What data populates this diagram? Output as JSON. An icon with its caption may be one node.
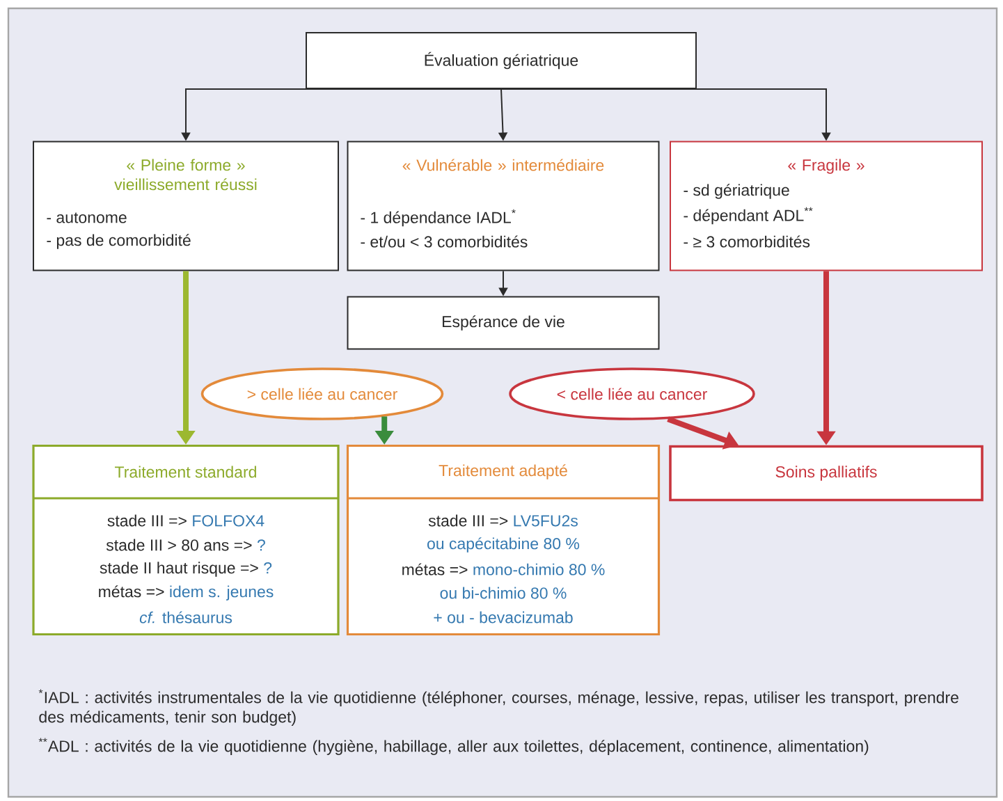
{
  "diagram": {
    "nodes": [
      {
        "text": [
          "Évaluation gériatrique"
        ]
      },
      {
        "text": [
          "« Pleine forme » vieillissement réussi",
          "- autonome",
          "- pas de comorbidité"
        ]
      },
      {
        "text": [
          "« Vulnérable » intermédiaire",
          "- 1 dépendance IADL$^{*}$",
          "- et/ou < 3 comorbidités"
        ]
      },
      {
        "text": [
          "« Fragile »",
          "- sd gériatrique",
          "- dépendant ADL$^{**}$",
          "- ≥ 3 comorbidités"
        ]
      },
      {
        "text": [
          "Espérance de vie"
        ]
      },
      {
        "text": [
          "> celle liée au cancer"
        ]
      },
      {
        "text": [
          "< celle liée au cancer"
        ]
      },
      {
        "text": [
          "Traitement standard",
          "stade III =>",
          "FOLFOX4",
          "stade III > 80 ans =>",
          "?",
          "stade II haut risque =>",
          "?",
          "métas =>",
          "idem s. jeunes",
          "*cf.* thésaurus"
        ]
      },
      {
        "text": [
          "Traitement adapté",
          "stade III =>",
          "LV5FU2s",
          "ou capécitabine 80 %",
          "métas =>",
          "mono-chimio 80 %",
          "ou bi-chimio 80 %",
          "+ ou - bevacizumab"
        ]
      },
      {
        "text": [
          "Soins palliatifs"
        ]
      }
    ],
    "edges": [
      {
        "from": 0,
        "to": 1,
        "arrow": "to"
      },
      {
        "from": 0,
        "to": 2,
        "arrow": "to"
      },
      {
        "from": 0,
        "to": 3,
        "arrow": "to"
      },
      {
        "from": 2,
        "to": 4,
        "arrow": "to"
      },
      {
        "from": 1,
        "to": 7,
        "arrow": "to",
        "style": "thick",
        "color": "#9cb830"
      },
      {
        "from": 5,
        "to": 8,
        "arrow": "to",
        "style": "thick",
        "color": "#3a8c3c"
      },
      {
        "from": 6,
        "to": 9,
        "arrow": "to",
        "style": "thick",
        "color": "#c8363e"
      },
      {
        "from": 3,
        "to": 9,
        "arrow": "to",
        "style": "thick",
        "color": "#c8363e"
      }
    ],
    "labels": [
      "$^{*}$IADL : activités instrumentales de la vie quotidienne (téléphoner, courses, ménage, lessive, repas, utiliser les transport, prendre des médicaments, tenir son budget)",
      "$^{**}$ADL : activités de la vie quotidienne (hygiène, habillage, aller aux toilettes, déplacement, continence, alimentation)"
    ]
  }
}
